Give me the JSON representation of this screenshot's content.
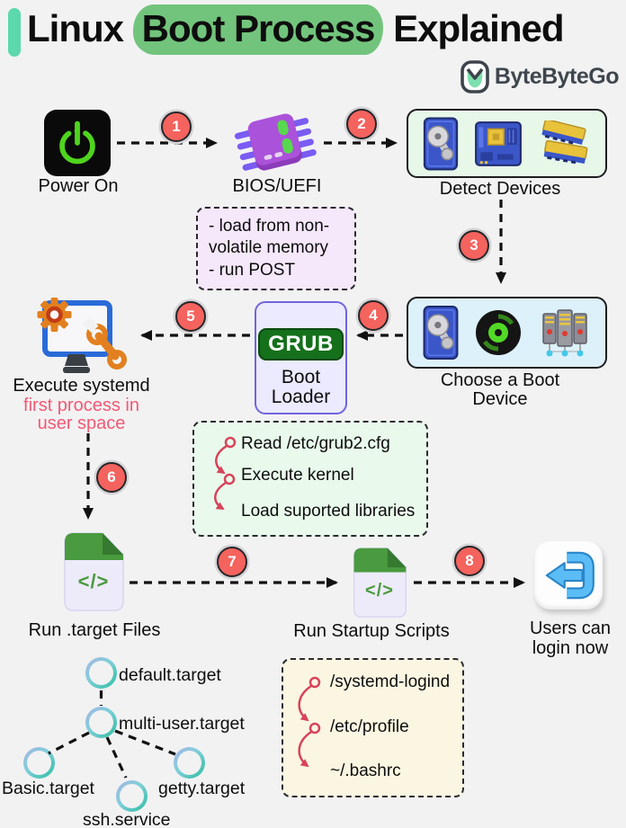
{
  "header": {
    "title_prefix": "Linux ",
    "title_highlight": "Boot Process",
    "title_suffix": " Explained",
    "brand": "ByteByteGo"
  },
  "colors": {
    "background": "#f2f2f3",
    "highlight_green": "#72c47c",
    "accent_bar_teal": "#5cd8ad",
    "badge_red": "#f4635e",
    "systemd_subtext_pink": "#f25a74",
    "red_arrow": "#d8435a",
    "grub_pill_green": "#15701b",
    "grub_box_border": "#6f66dd"
  },
  "badges": [
    "1",
    "2",
    "3",
    "4",
    "5",
    "6",
    "7",
    "8"
  ],
  "nodes": {
    "power_on": {
      "label": "Power On"
    },
    "bios": {
      "label": "BIOS/UEFI"
    },
    "detect": {
      "label": "Detect Devices"
    },
    "choose": {
      "label_line1": "Choose a Boot",
      "label_line2": "Device"
    },
    "grub": {
      "chip": "GRUB",
      "label_line1": "Boot",
      "label_line2": "Loader"
    },
    "systemd": {
      "label": "Execute systemd",
      "sub_line1": "first process in",
      "sub_line2": "user space"
    },
    "target_files": {
      "label": "Run .target Files",
      "glyph": "</>"
    },
    "startup_scripts": {
      "label": "Run Startup Scripts",
      "glyph": "</>"
    },
    "login": {
      "label_line1": "Users can",
      "label_line2": "login now"
    }
  },
  "notes": {
    "bios_note": {
      "lines": [
        "- load from non-",
        "volatile memory",
        "- run POST"
      ]
    },
    "grub_note": {
      "items": [
        "Read /etc/grub2.cfg",
        "Execute kernel",
        "Load suported libraries"
      ]
    },
    "login_note": {
      "items": [
        "/systemd-logind",
        "/etc/profile",
        "~/.bashrc"
      ]
    }
  },
  "tree": {
    "default": "default.target",
    "multi_user": "multi-user.target",
    "basic": "Basic.target",
    "ssh": "ssh.service",
    "getty": "getty.target"
  }
}
